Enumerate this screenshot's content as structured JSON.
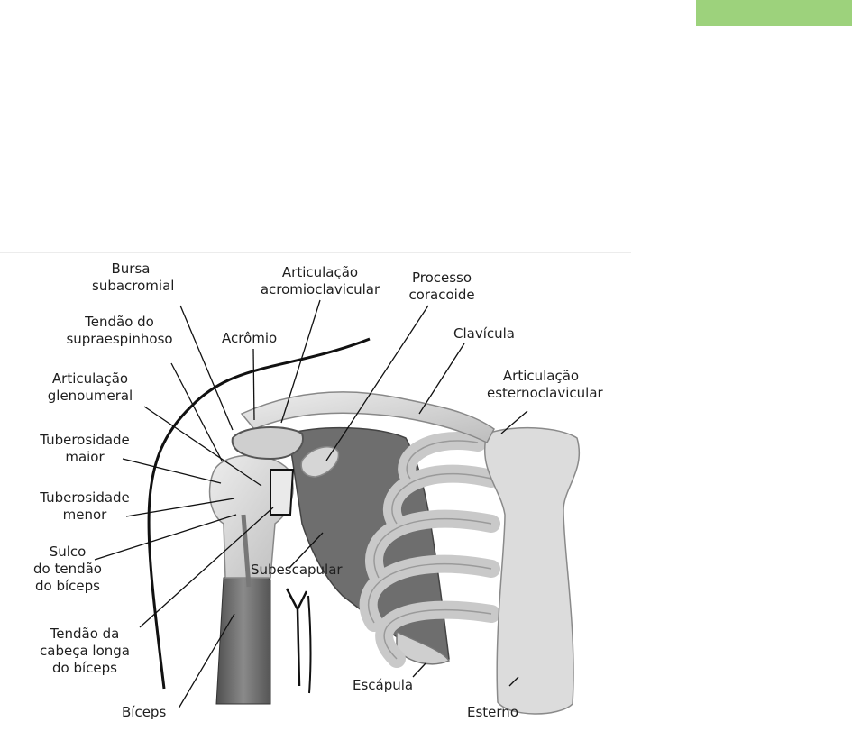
{
  "colors": {
    "header_tab": "#9dd27c",
    "bone": "#d9d9d9",
    "bone_edge": "#8f8f8f",
    "muscle": "#6f6f6f",
    "line": "#111111"
  },
  "labels": {
    "bursa": [
      "Bursa",
      "subacromial"
    ],
    "artic_acromio": [
      "Articulação",
      "acromioclavicular"
    ],
    "processo": [
      "Processo",
      "coracoide"
    ],
    "tendao_supra": [
      "Tendão do",
      "supraespinhoso"
    ],
    "acromio": [
      "Acrômio"
    ],
    "clavicula": [
      "Clavícula"
    ],
    "artic_gleno": [
      "Articulação",
      "glenoumeral"
    ],
    "artic_esterno": [
      "Articulação",
      "esternoclavicular"
    ],
    "tub_maior": [
      "Tuberosidade",
      "maior"
    ],
    "tub_menor": [
      "Tuberosidade",
      "menor"
    ],
    "sulco": [
      "Sulco",
      "do tendão",
      "do bíceps"
    ],
    "subescapular": [
      "Subescapular"
    ],
    "tendao_cabeca": [
      "Tendão da",
      "cabeça longa",
      "do bíceps"
    ],
    "escapula": [
      "Escápula"
    ],
    "biceps": [
      "Bíceps"
    ],
    "esterno": [
      "Esterno"
    ]
  }
}
